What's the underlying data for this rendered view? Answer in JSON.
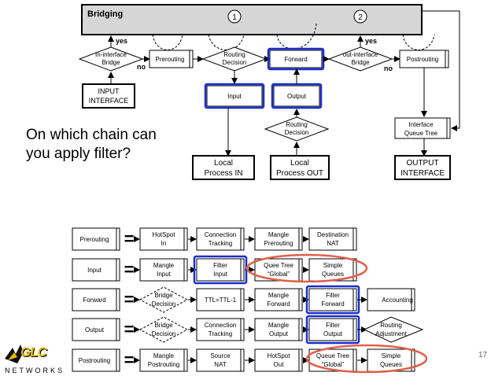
{
  "top": {
    "bridging": "Bridging",
    "num1": "1",
    "num2": "2",
    "yes1": "yes",
    "yes2": "yes",
    "no1": "no",
    "no2": "no",
    "in_bridge_1": "In-interface",
    "in_bridge_2": "Bridge",
    "prerouting": "Prerouting",
    "routing_decision_1": "Routing",
    "routing_decision_2": "Decision",
    "forward": "Forward",
    "out_bridge_1": "out-interface",
    "out_bridge_2": "Bridge",
    "postrouting": "Postrouting",
    "input_interface_1": "INPUT",
    "input_interface_2": "INTERFACE",
    "input": "Input",
    "output": "Output",
    "routing2_1": "Routing",
    "routing2_2": "Decision",
    "iqt_1": "Interface",
    "iqt_2": "Queue Tree",
    "local_in_1": "Local",
    "local_in_2": "Process IN",
    "local_out_1": "Local",
    "local_out_2": "Process OUT",
    "output_interface_1": "OUTPUT",
    "output_interface_2": "INTERFACE"
  },
  "question": "On which chain can you apply filter?",
  "rows": [
    {
      "label": "Prerouting",
      "boxes": [
        [
          "HotSpot",
          "In"
        ],
        [
          "Connection",
          "Tracking"
        ],
        [
          "Mangle",
          "Prerouting"
        ],
        [
          "Destination",
          "NAT"
        ]
      ]
    },
    {
      "label": "Input",
      "boxes": [
        [
          "Mangle",
          "Input"
        ],
        [
          "Filter",
          "Input"
        ],
        [
          "Quee Tree",
          "“Global”"
        ],
        [
          "Simple",
          "Queues"
        ]
      ]
    },
    {
      "label": "Forward",
      "boxes": [
        [
          "Bridge",
          "Decision"
        ],
        [
          "TTL=TTL-1",
          ""
        ],
        [
          "Mangle",
          "Forward"
        ],
        [
          "Filter",
          "Forward"
        ],
        [
          "Accounting",
          ""
        ]
      ]
    },
    {
      "label": "Output",
      "boxes": [
        [
          "Bridge",
          "Decision"
        ],
        [
          "Connection",
          "Tracking"
        ],
        [
          "Mangle",
          "Output"
        ],
        [
          "Filter",
          "Output"
        ],
        [
          "Routing",
          "Adjustment"
        ]
      ]
    },
    {
      "label": "Postrouting",
      "boxes": [
        [
          "Mangle",
          "Postrouting"
        ],
        [
          "Source",
          "NAT"
        ],
        [
          "HotSpot",
          "Out"
        ],
        [
          "Queue Tree",
          "“Global”"
        ],
        [
          "Simple",
          "Queues"
        ]
      ]
    }
  ],
  "equals": "=",
  "page_number": "17",
  "logo": {
    "main": "GLC",
    "sub": "NETWORKS"
  },
  "colors": {
    "highlight": "#1a2fd0",
    "circle": "#e0604a",
    "bridging_bg": "#d6d6d6"
  }
}
